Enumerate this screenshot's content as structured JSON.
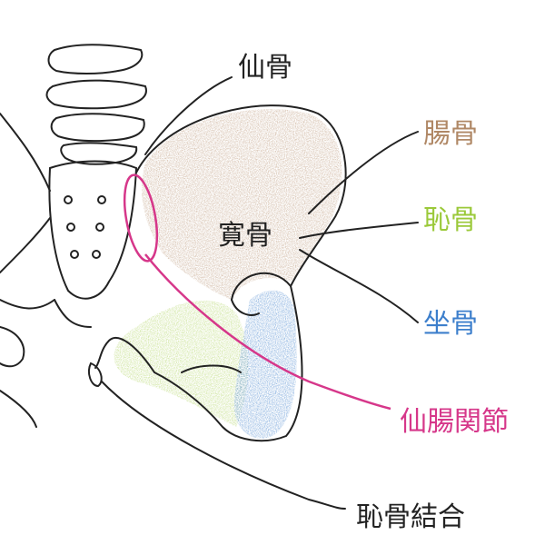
{
  "labels": {
    "sacrum": "仙骨",
    "ilium": "腸骨",
    "hip_bone": "寛骨",
    "pubis": "恥骨",
    "ischium": "坐骨",
    "sacroiliac_joint": "仙腸関節",
    "pubic_symphysis": "恥骨結合"
  },
  "colors": {
    "ink": "#222222",
    "ilium": "#b08866",
    "pubis": "#9bc93a",
    "ischium": "#3d7fcc",
    "sacroiliac_joint": "#d6378a"
  }
}
